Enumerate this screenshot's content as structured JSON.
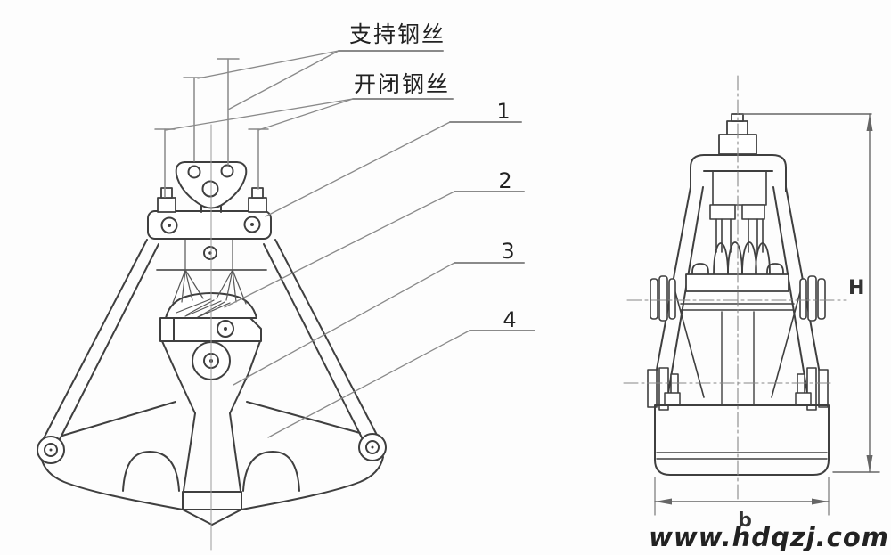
{
  "drawing": {
    "labels": {
      "support_wire": "支持钢丝",
      "open_close_wire": "开闭钢丝"
    },
    "callouts": {
      "c1": "1",
      "c2": "2",
      "c3": "3",
      "c4": "4"
    },
    "dimensions": {
      "height": "H",
      "width": "b"
    },
    "watermark": {
      "text": "www.hdqzj.com",
      "color": "#2633d9"
    },
    "colors": {
      "line": "#3f3f3f",
      "thin": "#8a8a8a",
      "background": "#fdfdfd"
    }
  }
}
